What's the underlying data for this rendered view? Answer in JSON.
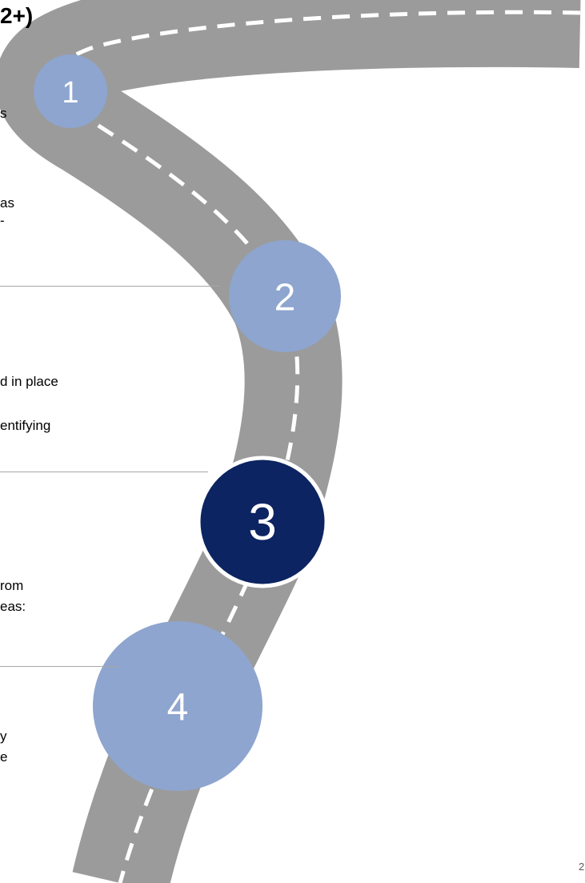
{
  "slide": {
    "title_fragment": "2+)",
    "page_number": "2"
  },
  "text_fragments": [
    {
      "id": "frag-s",
      "text": "s"
    },
    {
      "id": "frag-as",
      "text": "as"
    },
    {
      "id": "frag-dash",
      "text": "-"
    },
    {
      "id": "frag-d-in-place",
      "text": "d in place"
    },
    {
      "id": "frag-entifying",
      "text": "entifying"
    },
    {
      "id": "frag-rom",
      "text": "rom"
    },
    {
      "id": "frag-eas",
      "text": "eas:"
    },
    {
      "id": "frag-y",
      "text": "y"
    },
    {
      "id": "frag-e",
      "text": "e"
    }
  ],
  "milestones": [
    {
      "label": "1",
      "color": "#8ea5cf",
      "text_color": "#ffffff",
      "active": false
    },
    {
      "label": "2",
      "color": "#8ea5cf",
      "text_color": "#ffffff",
      "active": false
    },
    {
      "label": "3",
      "color": "#0c2461",
      "text_color": "#ffffff",
      "active": true
    },
    {
      "label": "4",
      "color": "#8ea5cf",
      "text_color": "#ffffff",
      "active": false
    }
  ],
  "colors": {
    "road": "#9b9b9b",
    "road_edge": "#8a8a8a",
    "road_dash": "#ffffff",
    "divider": "#a6a6a6"
  }
}
